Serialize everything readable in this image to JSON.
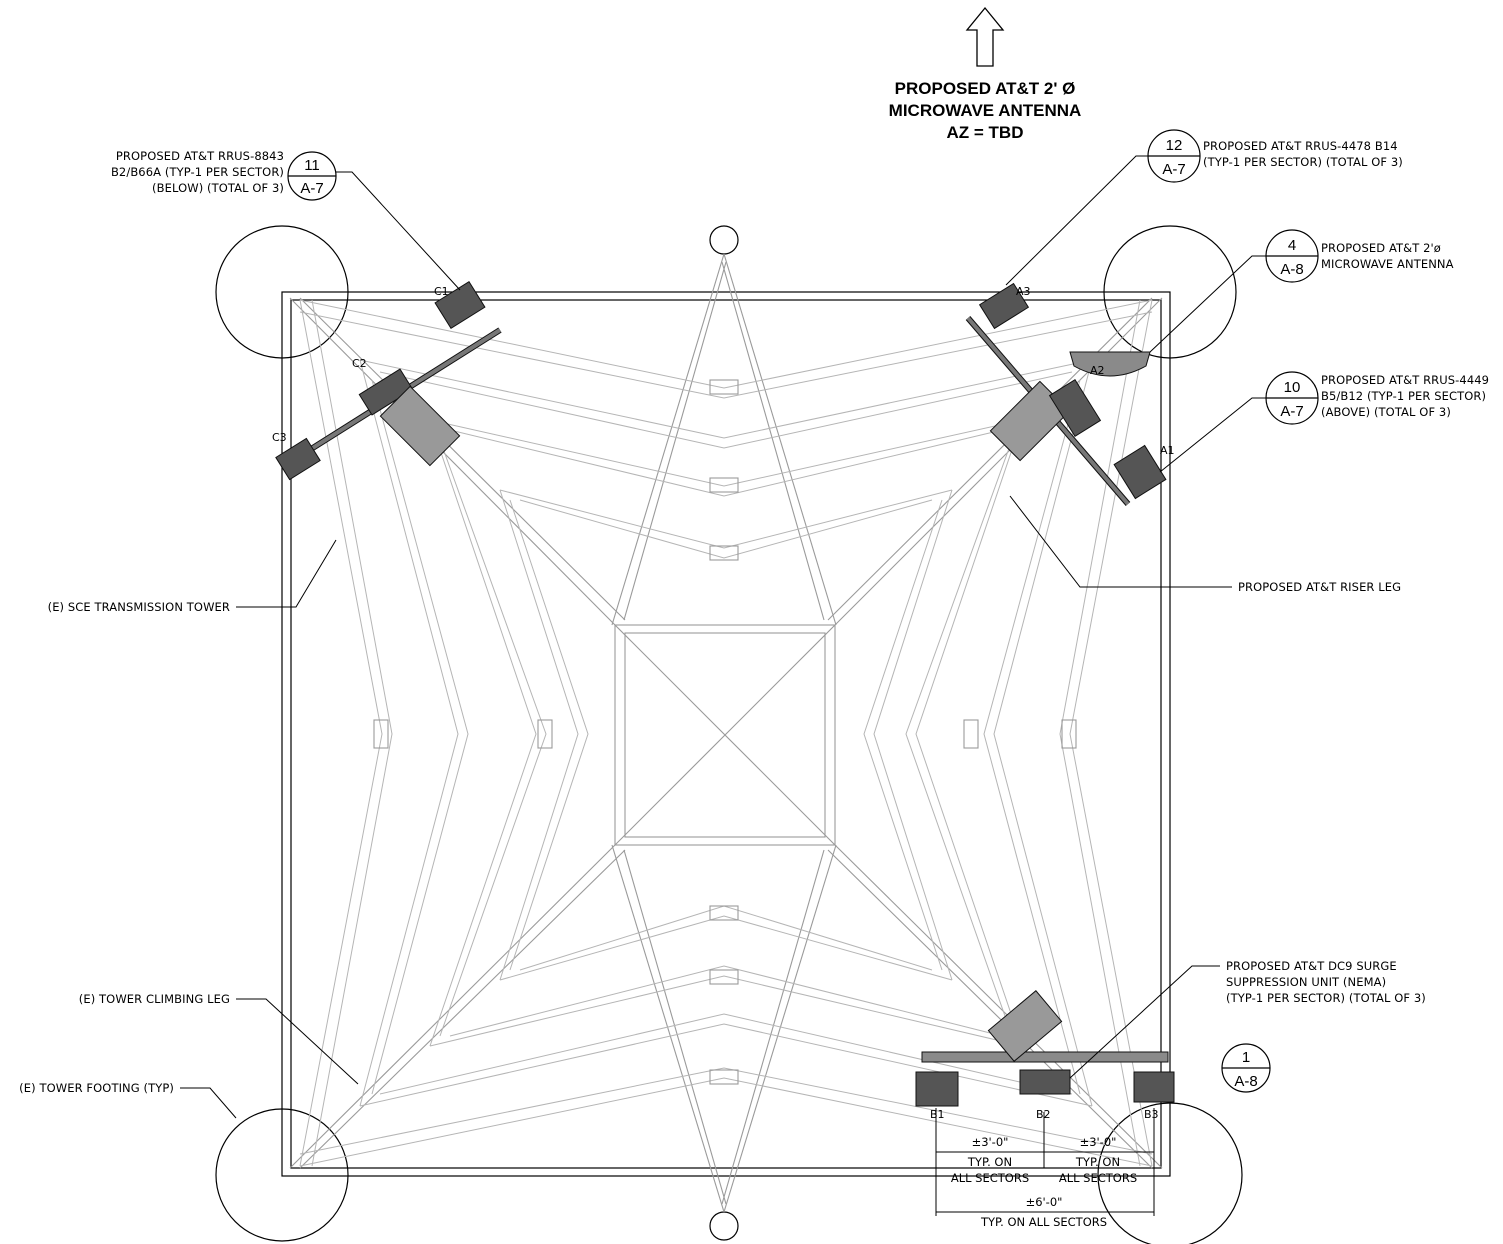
{
  "title": {
    "line1": "PROPOSED AT&T 2' Ø",
    "line2": "MICROWAVE ANTENNA",
    "line3": "AZ = TBD"
  },
  "callouts": [
    {
      "id": "c11",
      "num": "11",
      "sheet": "A-7",
      "lines": [
        "PROPOSED AT&T RRUS-8843",
        "B2/B66A (TYP-1 PER SECTOR)",
        "(BELOW) (TOTAL OF 3)"
      ]
    },
    {
      "id": "c12",
      "num": "12",
      "sheet": "A-7",
      "lines": [
        "PROPOSED AT&T RRUS-4478 B14",
        "(TYP-1 PER SECTOR) (TOTAL OF 3)"
      ]
    },
    {
      "id": "c4",
      "num": "4",
      "sheet": "A-8",
      "lines": [
        "PROPOSED AT&T 2'ø",
        "MICROWAVE ANTENNA"
      ]
    },
    {
      "id": "c10",
      "num": "10",
      "sheet": "A-7",
      "lines": [
        "PROPOSED AT&T RRUS-4449",
        "B5/B12 (TYP-1 PER SECTOR)",
        "(ABOVE) (TOTAL OF 3)"
      ]
    },
    {
      "id": "c1",
      "num": "1",
      "sheet": "A-8",
      "lines": []
    }
  ],
  "notes": {
    "riser_leg": "PROPOSED AT&T RISER LEG",
    "sce_tower": "(E) SCE TRANSMISSION TOWER",
    "climbing_leg": "(E) TOWER CLIMBING LEG",
    "footing": "(E) TOWER FOOTING (TYP)",
    "dc9_lines": [
      "PROPOSED AT&T DC9 SURGE",
      "SUPPRESSION UNIT (NEMA)",
      "(TYP-1 PER SECTOR) (TOTAL OF 3)"
    ]
  },
  "equipment_labels": {
    "c1": "C1",
    "c2": "C2",
    "c3": "C3",
    "a1": "A1",
    "a2": "A2",
    "a3": "A3",
    "b1": "B1",
    "b2": "B2",
    "b3": "B3"
  },
  "dimensions": {
    "left_dim": "±3'-0\"",
    "right_dim": "±3'-0\"",
    "typ_left_1": "TYP. ON",
    "typ_left_2": "ALL SECTORS",
    "typ_right_1": "TYP. ON",
    "typ_right_2": "ALL SECTORS",
    "total_dim": "±6'-0\"",
    "total_typ": "TYP. ON ALL SECTORS"
  }
}
